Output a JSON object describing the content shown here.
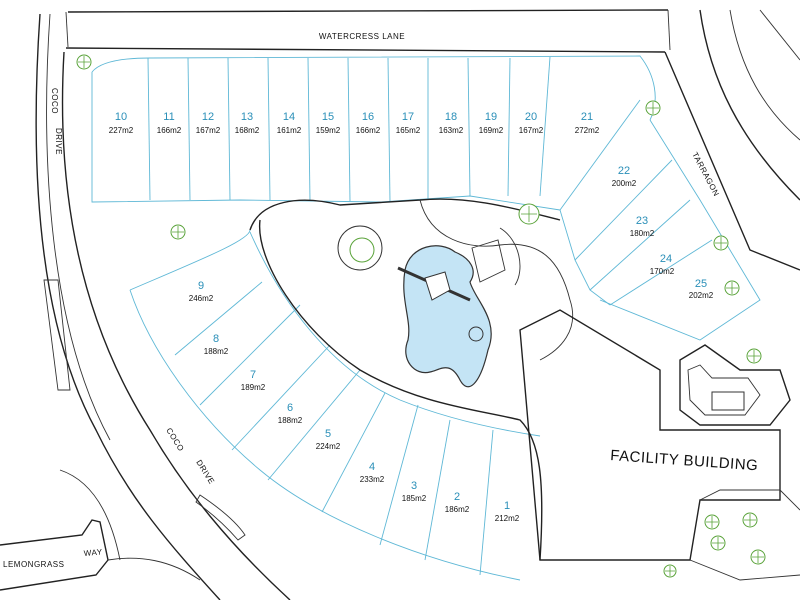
{
  "streets": {
    "watercress": "WATERCRESS LANE",
    "coco_upper": "COCO",
    "drive_upper": "DRIVE",
    "coco_lower": "COCO",
    "drive_lower": "DRIVE",
    "tarragon": "TARRAGON",
    "lemongrass": "LEMONGRASS",
    "way": "WAY"
  },
  "facility": {
    "label": "FACILITY BUILDING"
  },
  "lots": [
    {
      "num": "1",
      "area": "212m2"
    },
    {
      "num": "2",
      "area": "186m2"
    },
    {
      "num": "3",
      "area": "185m2"
    },
    {
      "num": "4",
      "area": "233m2"
    },
    {
      "num": "5",
      "area": "224m2"
    },
    {
      "num": "6",
      "area": "188m2"
    },
    {
      "num": "7",
      "area": "189m2"
    },
    {
      "num": "8",
      "area": "188m2"
    },
    {
      "num": "9",
      "area": "246m2"
    },
    {
      "num": "10",
      "area": "227m2"
    },
    {
      "num": "11",
      "area": "166m2"
    },
    {
      "num": "12",
      "area": "167m2"
    },
    {
      "num": "13",
      "area": "168m2"
    },
    {
      "num": "14",
      "area": "161m2"
    },
    {
      "num": "15",
      "area": "159m2"
    },
    {
      "num": "16",
      "area": "166m2"
    },
    {
      "num": "17",
      "area": "165m2"
    },
    {
      "num": "18",
      "area": "163m2"
    },
    {
      "num": "19",
      "area": "169m2"
    },
    {
      "num": "20",
      "area": "167m2"
    },
    {
      "num": "21",
      "area": "272m2"
    },
    {
      "num": "22",
      "area": "200m2"
    },
    {
      "num": "23",
      "area": "180m2"
    },
    {
      "num": "24",
      "area": "170m2"
    },
    {
      "num": "25",
      "area": "202m2"
    }
  ],
  "colors": {
    "lot_lines": "#5fb8d6",
    "lot_numbers": "#2a8fb8",
    "pond": "#c4e4f5",
    "trees": "#5aa33a",
    "roads": "#222222"
  }
}
